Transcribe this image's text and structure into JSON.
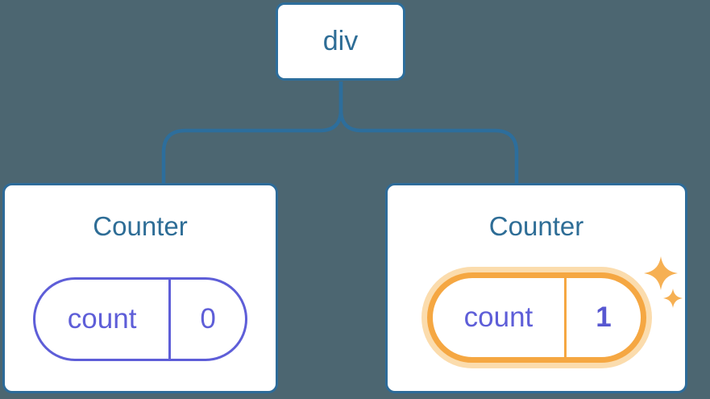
{
  "colors": {
    "canvas_bg": "#4c6671",
    "connector": "#2d6e9c",
    "node_border": "#2d6e9c",
    "node_text": "#2e6d96",
    "card_border": "#2d6b99",
    "title_text": "#2e6d96",
    "pill_purple": "#5e5ed8",
    "value_purple": "#5757d1",
    "highlight_orange": "#f5a742",
    "highlight_halo": "#fbdcad",
    "sparkle": "#f6b053"
  },
  "tree": {
    "root": {
      "label": "div"
    },
    "children": [
      {
        "title": "Counter",
        "state": {
          "key": "count",
          "value": "0"
        },
        "highlighted": false
      },
      {
        "title": "Counter",
        "state": {
          "key": "count",
          "value": "1"
        },
        "highlighted": true
      }
    ]
  },
  "icons": [
    {
      "name": "sparkle-large-icon",
      "glyph": "✦",
      "color": "#f6b053"
    },
    {
      "name": "sparkle-small-icon",
      "glyph": "✦",
      "color": "#f6b053"
    }
  ]
}
